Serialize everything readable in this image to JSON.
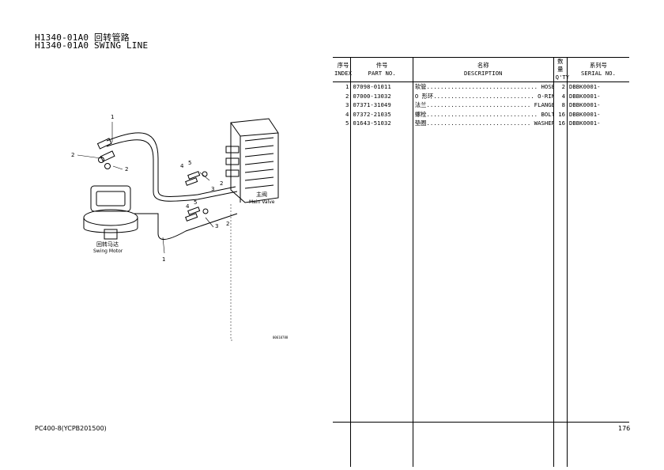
{
  "header": {
    "title_cn": "H1340-01A0 回转管路",
    "title_en": "H1340-01A0 SWING LINE"
  },
  "diagram": {
    "callouts": [
      "1",
      "2",
      "2",
      "3",
      "4",
      "5",
      "2",
      "3",
      "4",
      "5",
      "2",
      "1"
    ],
    "main_valve_cn": "主阀",
    "main_valve_en": "Main Valve",
    "swing_motor_cn": "回转马达",
    "swing_motor_en": "Swing Motor",
    "illustration_code": "00610788"
  },
  "table": {
    "headers": {
      "index_cn": "序号",
      "index_en": "INDEX",
      "part_cn": "件号",
      "part_en": "PART NO.",
      "desc_cn": "名称",
      "desc_en": "DESCRIPTION",
      "qty_cn": "数量",
      "qty_en": "Q'TY",
      "serial_cn": "系列号",
      "serial_en": "SERIAL NO."
    },
    "rows": [
      {
        "index": "1",
        "part_no": "07098-01011",
        "desc_cn": "软管",
        "dots": "................................",
        "desc_en": "HOSE",
        "qty": "2",
        "serial": "DBBK0001-"
      },
      {
        "index": "2",
        "part_no": "07000-13032",
        "desc_cn": "O 形环",
        "dots": ".............................",
        "desc_en": "O-RING",
        "qty": "4",
        "serial": "DBBK0001-"
      },
      {
        "index": "3",
        "part_no": "07371-31049",
        "desc_cn": "法兰",
        "dots": "..............................",
        "desc_en": "FLANGE",
        "qty": "8",
        "serial": "DBBK0001-"
      },
      {
        "index": "4",
        "part_no": "07372-21035",
        "desc_cn": "螺栓",
        "dots": "................................",
        "desc_en": "BOLT",
        "qty": "16",
        "serial": "DBBK0001-"
      },
      {
        "index": "5",
        "part_no": "01643-51032",
        "desc_cn": "垫圈",
        "dots": "..............................",
        "desc_en": "WASHER",
        "qty": "16",
        "serial": "DBBK0001-"
      }
    ]
  },
  "footer": {
    "model": "PC400-8(YCPB201500)",
    "page": "176"
  }
}
